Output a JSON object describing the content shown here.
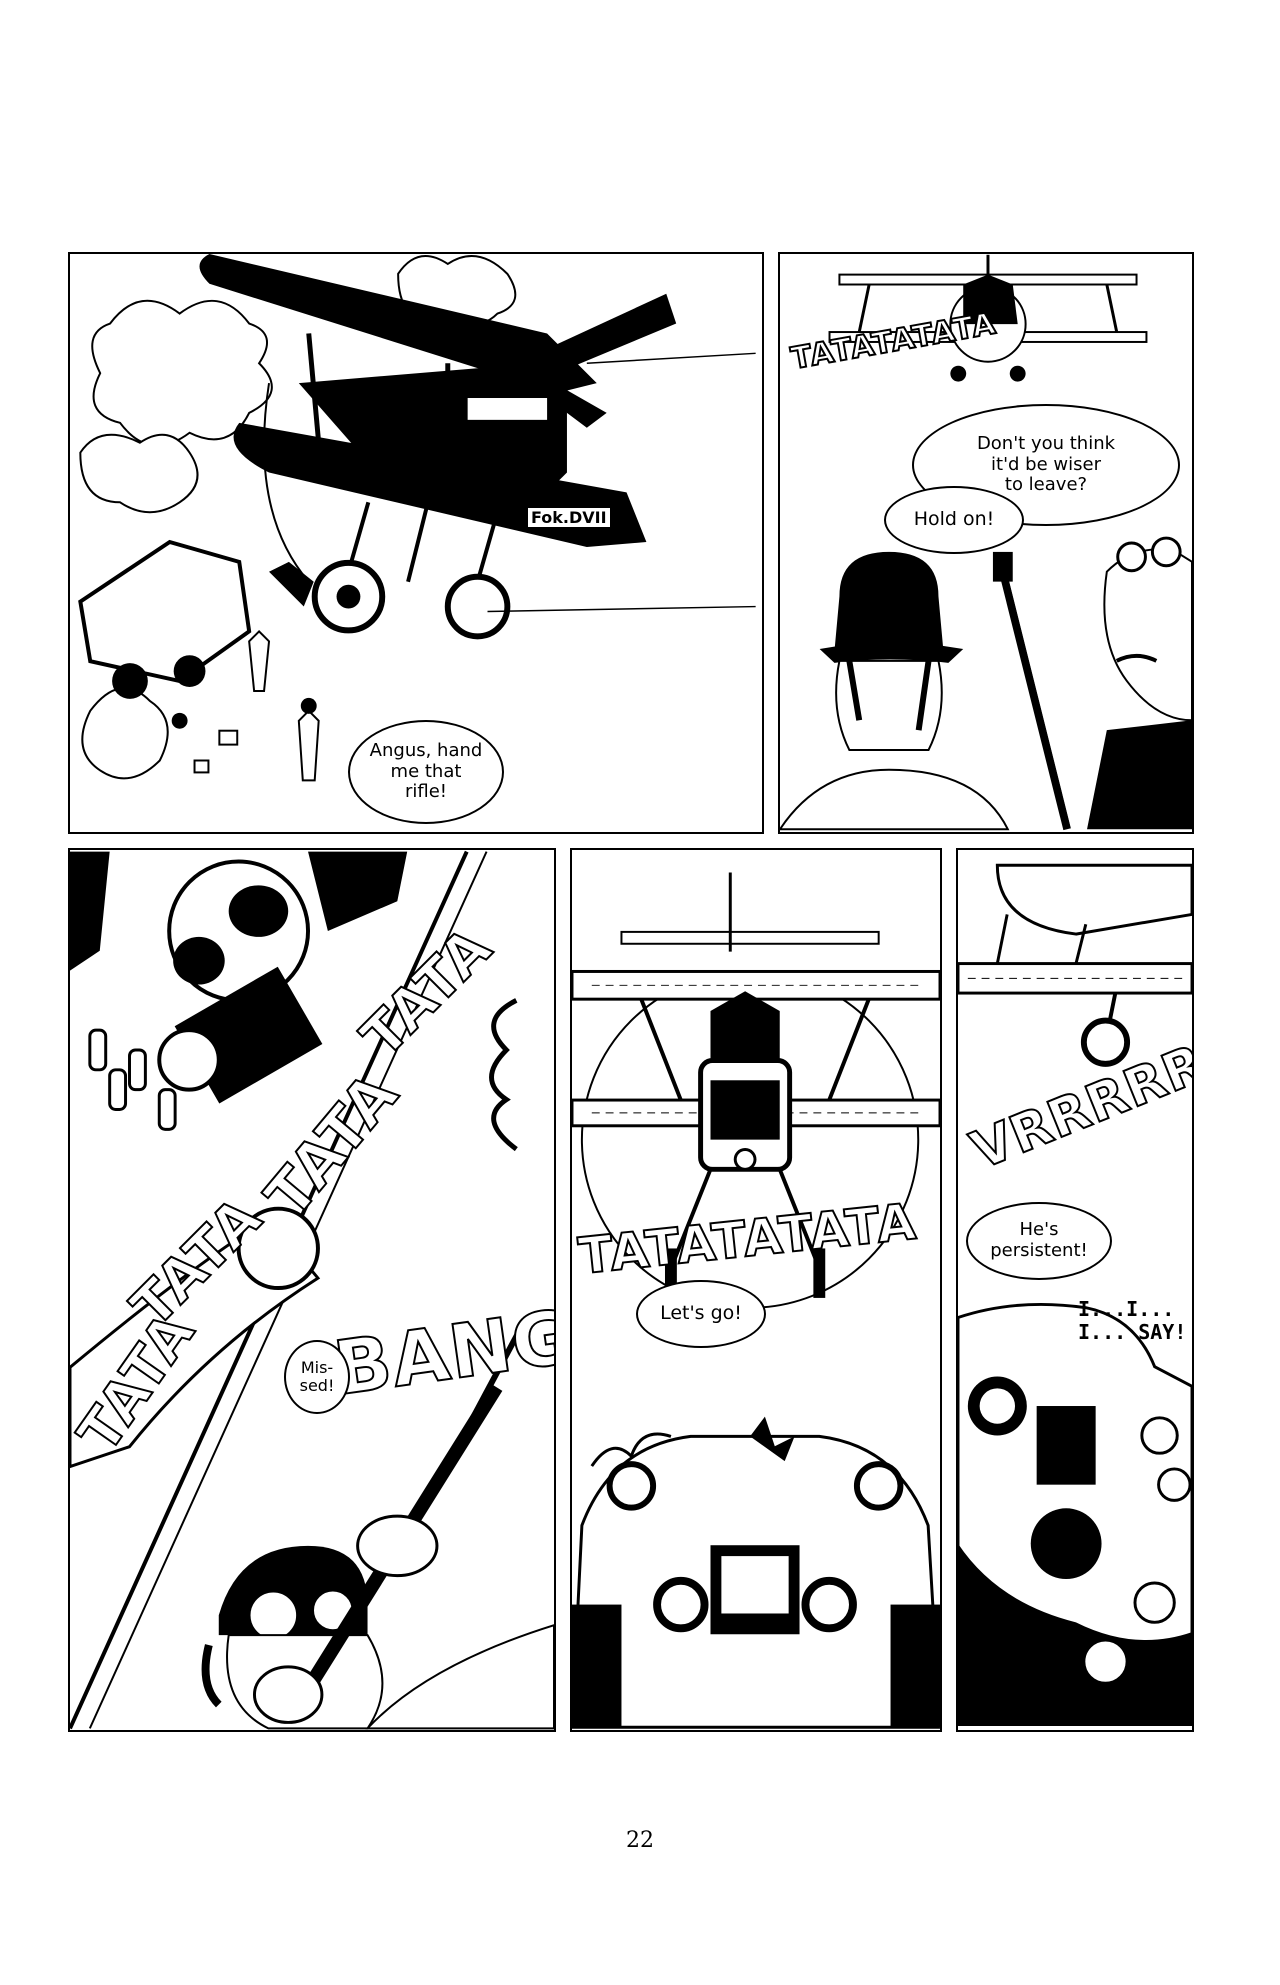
{
  "page": {
    "number": "22"
  },
  "panels": [
    {
      "id": "panel-1",
      "sfx": [],
      "balloons": [
        "Angus, hand\nme that\nrifle!"
      ]
    },
    {
      "id": "panel-2",
      "sfx": [
        "TATATATATA"
      ],
      "balloons": [
        "Don't you think\nit'd be wiser\nto leave?",
        "Hold on!"
      ]
    },
    {
      "id": "panel-3",
      "sfx": [
        "TATA",
        "TATA",
        "TATA",
        "TATA",
        "BANG"
      ],
      "balloons": [
        "Mis-\nsed!"
      ]
    },
    {
      "id": "panel-4",
      "sfx": [
        "TATATATATA"
      ],
      "balloons": [
        "Let's go!"
      ]
    },
    {
      "id": "panel-5",
      "sfx": [
        "VRRRRRR"
      ],
      "balloons": [
        "He's\npersistent!"
      ],
      "captions": [
        "I...I...\nI... SAY!"
      ]
    }
  ],
  "aircraft_marking": "Fok.DVII",
  "colors": {
    "ink": "#000000",
    "paper": "#ffffff"
  }
}
